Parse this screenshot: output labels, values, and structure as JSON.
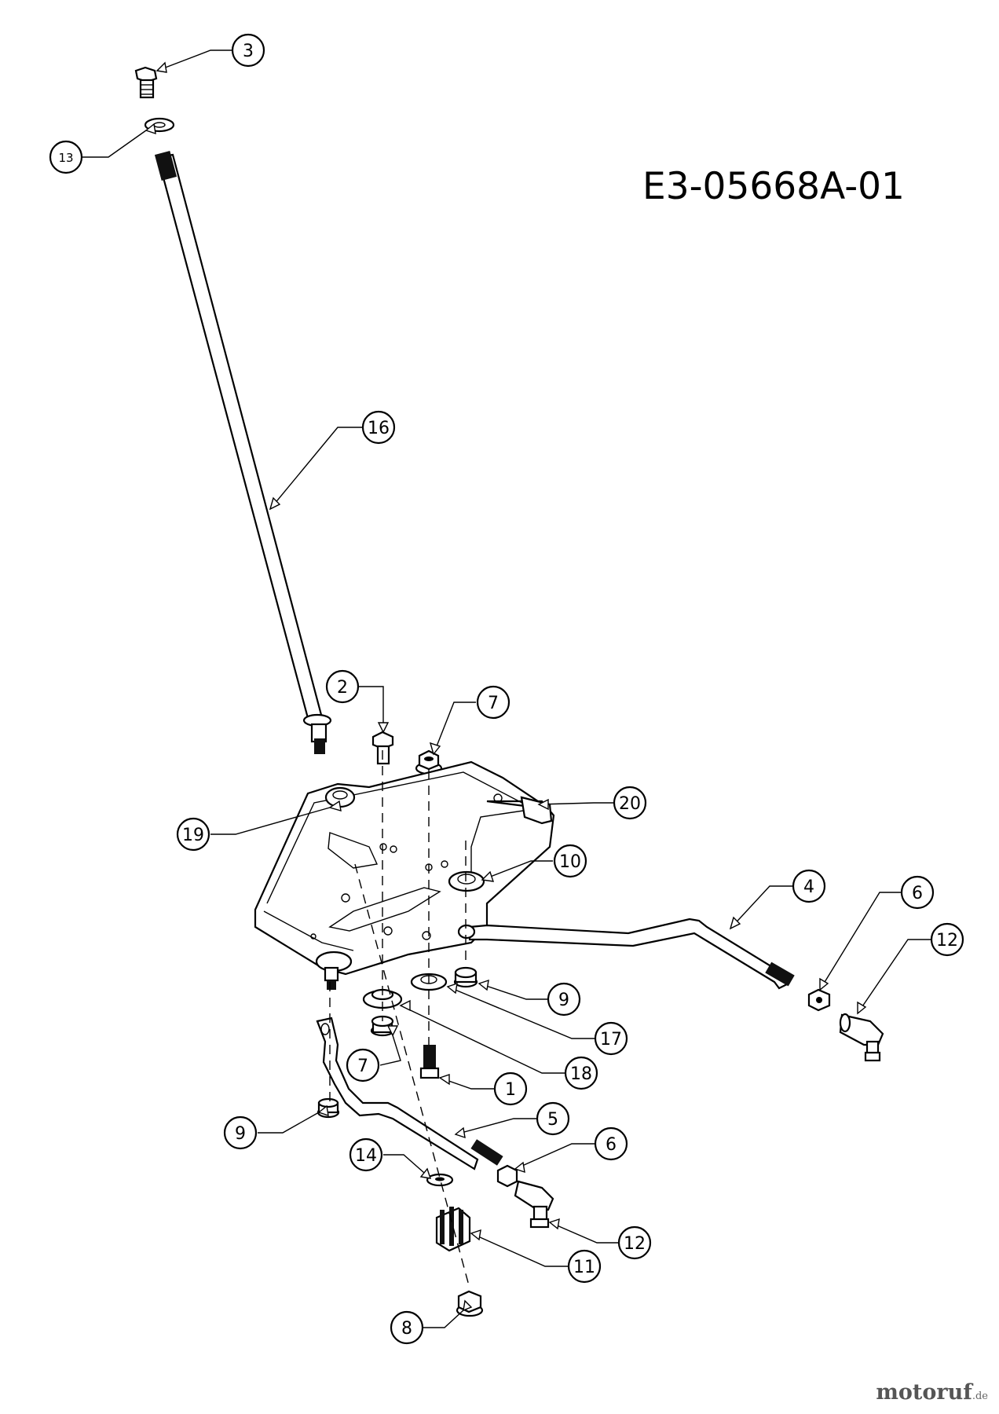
{
  "diagram_id": "E3-05668A-01",
  "watermark": {
    "main": "motoruf",
    "suffix": ".de"
  },
  "callouts": [
    {
      "id": "c3",
      "label": "3"
    },
    {
      "id": "c13",
      "label": "13"
    },
    {
      "id": "c16",
      "label": "16"
    },
    {
      "id": "c2",
      "label": "2"
    },
    {
      "id": "c7a",
      "label": "7"
    },
    {
      "id": "c20",
      "label": "20"
    },
    {
      "id": "c19",
      "label": "19"
    },
    {
      "id": "c10",
      "label": "10"
    },
    {
      "id": "c4",
      "label": "4"
    },
    {
      "id": "c6a",
      "label": "6"
    },
    {
      "id": "c12a",
      "label": "12"
    },
    {
      "id": "c9a",
      "label": "9"
    },
    {
      "id": "c17",
      "label": "17"
    },
    {
      "id": "c18",
      "label": "18"
    },
    {
      "id": "c1",
      "label": "1"
    },
    {
      "id": "c7b",
      "label": "7"
    },
    {
      "id": "c5",
      "label": "5"
    },
    {
      "id": "c9b",
      "label": "9"
    },
    {
      "id": "c6b",
      "label": "6"
    },
    {
      "id": "c14",
      "label": "14"
    },
    {
      "id": "c12b",
      "label": "12"
    },
    {
      "id": "c11",
      "label": "11"
    },
    {
      "id": "c8",
      "label": "8"
    }
  ]
}
